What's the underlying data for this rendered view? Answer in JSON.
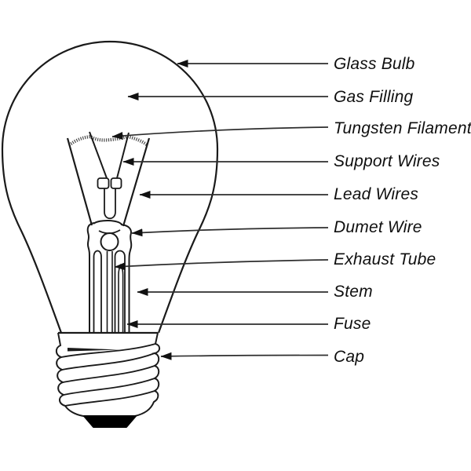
{
  "diagram": {
    "subject": "Incandescent light bulb parts",
    "background_color": "#ffffff",
    "line_color": "#1a1a1a",
    "leader_color": "#2e2e2e",
    "filament_color": "#4a4a4a",
    "contact_fill": "#000000",
    "labels": [
      "Glass Bulb",
      "Gas Filling",
      "Tungsten Filament",
      "Support Wires",
      "Lead Wires",
      "Dumet Wire",
      "Exhaust Tube",
      "Stem",
      "Fuse",
      "Cap"
    ]
  }
}
